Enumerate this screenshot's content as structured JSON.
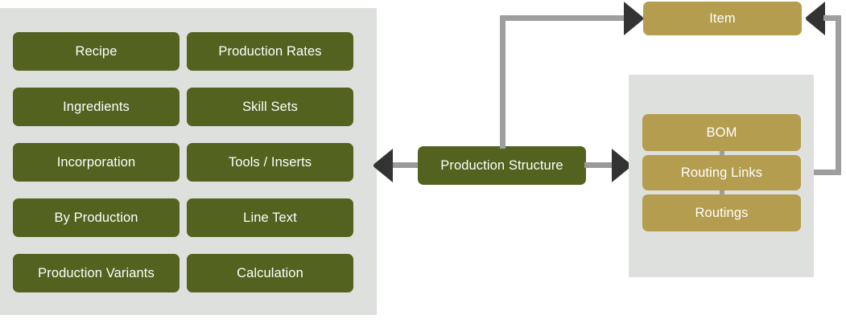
{
  "diagram": {
    "title": "Production Structure relationships",
    "colors": {
      "green": "#53621f",
      "gold": "#b49d4e",
      "panel": "#dee0dd",
      "connector": "#9e9e9e",
      "arrowhead": "#333333",
      "label": "#ffffff",
      "background": "#ffffff"
    },
    "left_panel": {
      "name": "production-structure-details-panel",
      "columns": [
        {
          "items": [
            {
              "label": "Recipe"
            },
            {
              "label": "Ingredients"
            },
            {
              "label": "Incorporation"
            },
            {
              "label": "By Production"
            },
            {
              "label": "Production Variants"
            }
          ]
        },
        {
          "items": [
            {
              "label": "Production Rates"
            },
            {
              "label": "Skill Sets"
            },
            {
              "label": "Tools / Inserts"
            },
            {
              "label": "Line Text"
            },
            {
              "label": "Calculation"
            }
          ]
        }
      ]
    },
    "center": {
      "node": {
        "label": "Production Structure"
      }
    },
    "top": {
      "node": {
        "label": "Item"
      }
    },
    "right_panel": {
      "name": "item-structure-panel",
      "items": [
        {
          "label": "BOM"
        },
        {
          "label": "Routing Links"
        },
        {
          "label": "Routings"
        }
      ]
    },
    "arrows": [
      {
        "name": "arrow-left-from-production-structure",
        "direction": "left"
      },
      {
        "name": "arrow-right-to-item-panel",
        "direction": "right"
      },
      {
        "name": "arrow-right-into-item",
        "direction": "right"
      },
      {
        "name": "arrow-left-into-item",
        "direction": "left"
      }
    ]
  }
}
